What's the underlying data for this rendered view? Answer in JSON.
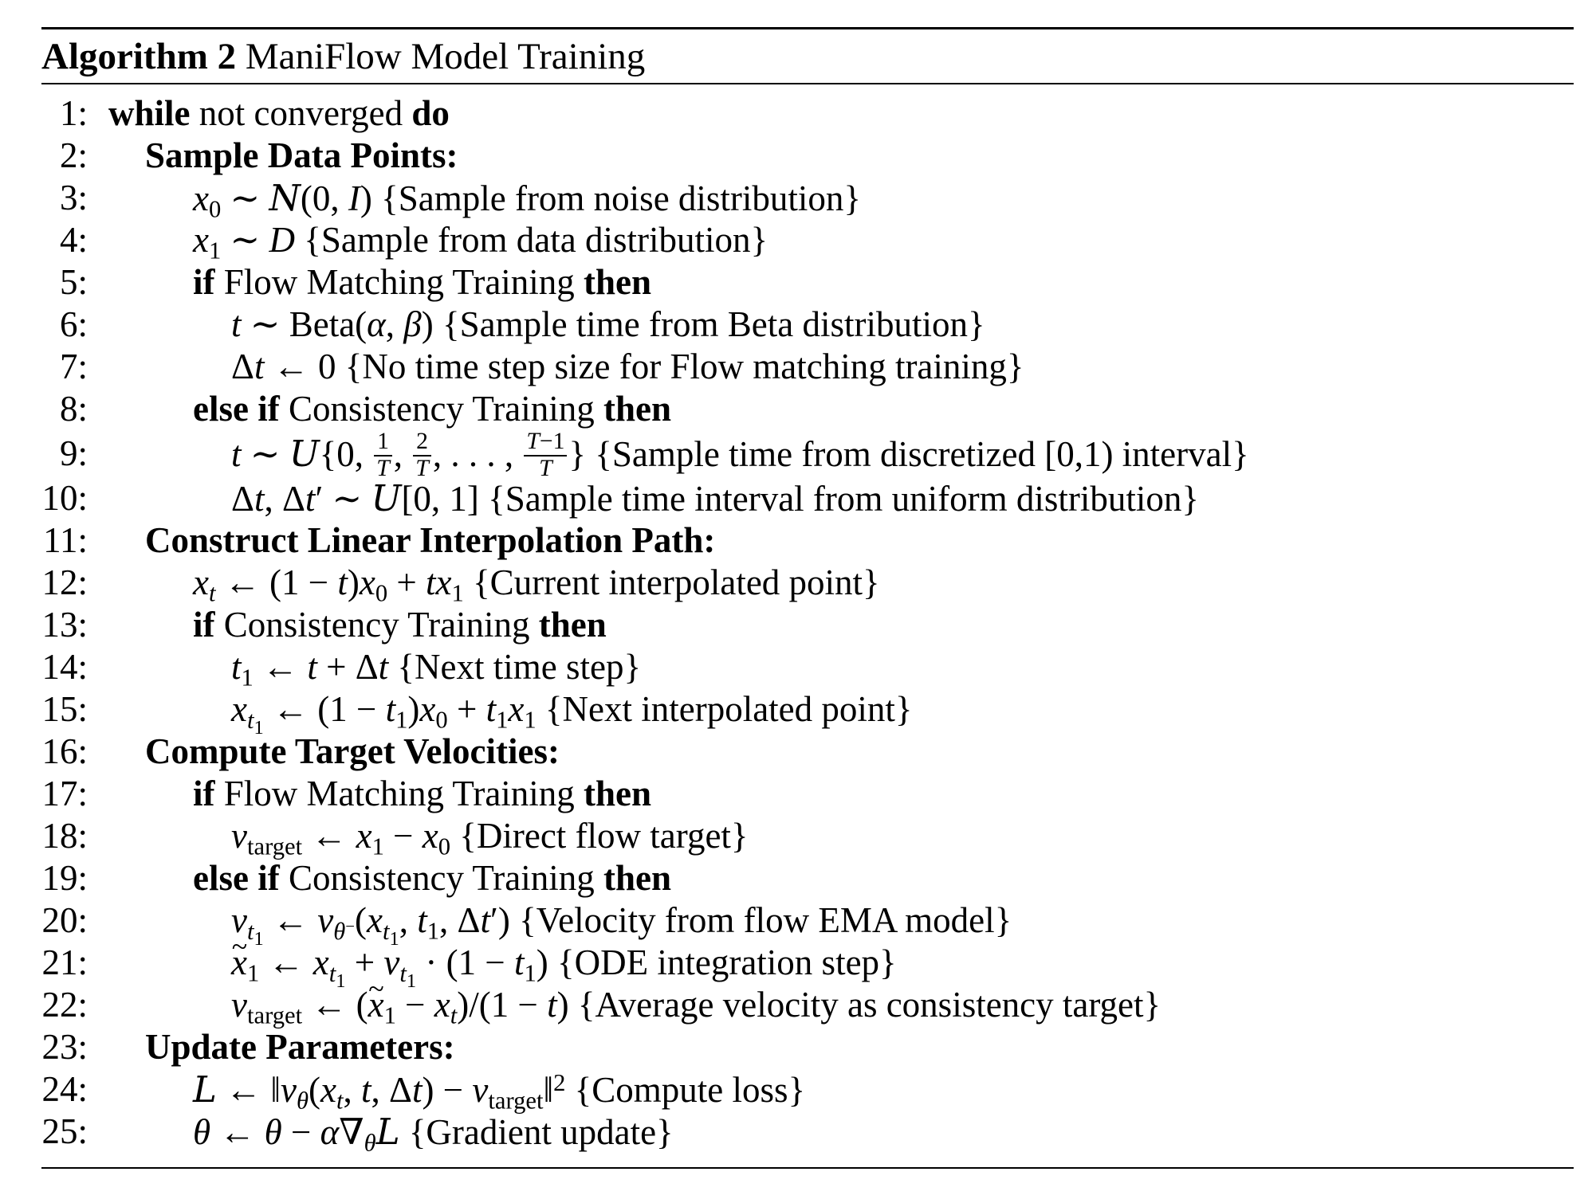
{
  "algorithm": {
    "label": "Algorithm 2",
    "title": "ManiFlow Model Training"
  },
  "lines": [
    {
      "n": "1",
      "kw1": "while",
      "t1": " not converged ",
      "kw2": "do"
    },
    {
      "n": "2",
      "kw1": "Sample Data Points:"
    },
    {
      "n": "3",
      "comment": "{Sample from noise distribution}"
    },
    {
      "n": "4",
      "comment": "{Sample from data distribution}"
    },
    {
      "n": "5",
      "kw1": "if",
      "t1": " Flow Matching Training ",
      "kw2": "then"
    },
    {
      "n": "6",
      "comment": "{Sample time from Beta distribution}"
    },
    {
      "n": "7",
      "comment": "{No time step size for Flow matching training}"
    },
    {
      "n": "8",
      "kw1": "else if",
      "t1": " Consistency Training ",
      "kw2": "then"
    },
    {
      "n": "9",
      "comment": "{Sample time from discretized [0,1) interval}"
    },
    {
      "n": "10",
      "comment": "{Sample time interval from uniform distribution}"
    },
    {
      "n": "11",
      "kw1": "Construct Linear Interpolation Path:"
    },
    {
      "n": "12",
      "comment": "{Current interpolated point}"
    },
    {
      "n": "13",
      "kw1": "if",
      "t1": " Consistency Training ",
      "kw2": "then"
    },
    {
      "n": "14",
      "comment": "{Next time step}"
    },
    {
      "n": "15",
      "comment": "{Next interpolated point}"
    },
    {
      "n": "16",
      "kw1": "Compute Target Velocities:"
    },
    {
      "n": "17",
      "kw1": "if",
      "t1": " Flow Matching Training ",
      "kw2": "then"
    },
    {
      "n": "18",
      "comment": "{Direct flow target}"
    },
    {
      "n": "19",
      "kw1": "else if",
      "t1": " Consistency Training ",
      "kw2": "then"
    },
    {
      "n": "20",
      "comment": "{Velocity from flow EMA model}"
    },
    {
      "n": "21",
      "comment": "{ODE integration step}"
    },
    {
      "n": "22",
      "comment": "{Average velocity as consistency target}"
    },
    {
      "n": "23",
      "kw1": "Update Parameters:"
    },
    {
      "n": "24",
      "comment": "{Compute loss}"
    },
    {
      "n": "25",
      "comment": "{Gradient update}"
    }
  ]
}
